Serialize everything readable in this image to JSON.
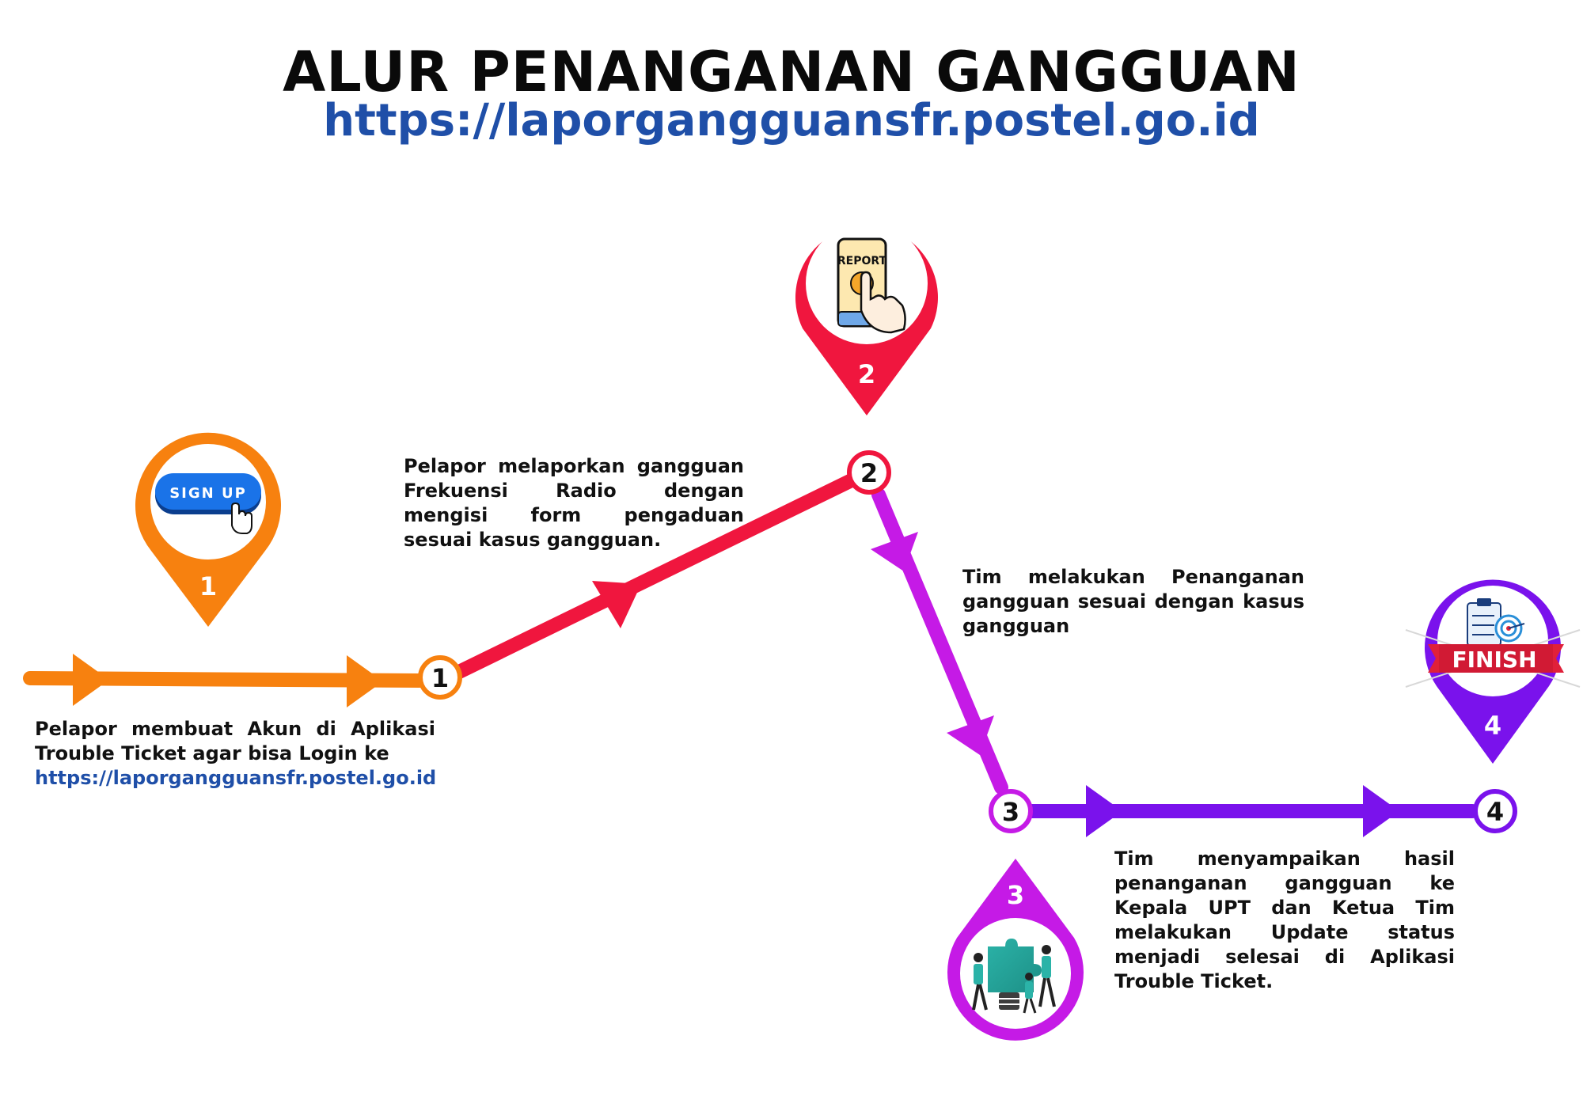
{
  "header": {
    "title": "ALUR PENANGANAN GANGGUAN",
    "url": "https://laporgangguansfr.postel.go.id"
  },
  "steps": [
    {
      "number": "1",
      "color": "#f7810f",
      "icon": "sign-up-button-icon",
      "icon_label": "SIGN UP",
      "description": "Pelapor membuat Akun di Aplikasi Trouble Ticket agar bisa Login ke",
      "link": "https://laporgangguansfr.postel.go.id"
    },
    {
      "number": "2",
      "color": "#f0163e",
      "icon": "report-phone-icon",
      "icon_label": "REPORT",
      "description": "Pelapor melaporkan gangguan Frekuensi Radio dengan mengisi form pengaduan sesuai kasus gangguan."
    },
    {
      "number": "3",
      "color": "#c51ae6",
      "icon": "team-puzzle-icon",
      "description": "Tim melakukan Penanganan gangguan sesuai dengan kasus gangguan"
    },
    {
      "number": "4",
      "color": "#7a12ec",
      "icon": "checklist-target-icon",
      "icon_label": "FINISH",
      "description": "Tim menyampaikan hasil penanganan gangguan ke Kepala UPT dan Ketua Tim melakukan Update status menjadi selesai di Aplikasi Trouble Ticket."
    }
  ]
}
